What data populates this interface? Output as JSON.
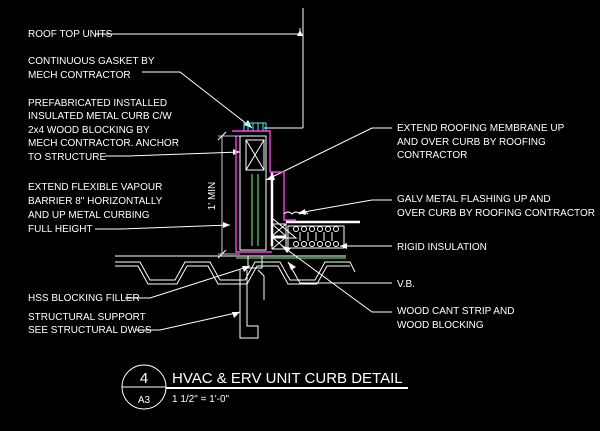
{
  "labels_left": [
    {
      "id": "roof-top-units",
      "lines": [
        "ROOF TOP UNITS"
      ]
    },
    {
      "id": "continuous-gasket",
      "lines": [
        "CONTINUOUS GASKET BY",
        "MECH CONTRACTOR"
      ]
    },
    {
      "id": "prefab-curb",
      "lines": [
        "PREFABRICATED INSTALLED",
        "INSULATED METAL CURB C/W",
        "2x4 WOOD BLOCKING BY",
        "MECH CONTRACTOR. ANCHOR",
        "TO STRUCTURE"
      ]
    },
    {
      "id": "vapour-barrier",
      "lines": [
        "EXTEND FLEXIBLE VAPOUR",
        "BARRIER 8\" HORIZONTALLY",
        "AND UP METAL CURBING",
        "FULL HEIGHT"
      ]
    },
    {
      "id": "hss-blocking",
      "lines": [
        "HSS BLOCKING FILLER"
      ]
    },
    {
      "id": "structural-support",
      "lines": [
        "STRUCTURAL SUPPORT",
        "SEE STRUCTURAL DWGS"
      ]
    }
  ],
  "labels_right": [
    {
      "id": "roofing-membrane",
      "lines": [
        "EXTEND ROOFING MEMBRANE UP",
        "AND OVER CURB BY ROOFING",
        "CONTRACTOR"
      ]
    },
    {
      "id": "galv-flashing",
      "lines": [
        "GALV METAL FLASHING UP AND",
        "OVER CURB BY ROOFING CONTRACTOR"
      ]
    },
    {
      "id": "rigid-insulation",
      "lines": [
        "RIGID INSULATION"
      ]
    },
    {
      "id": "vb",
      "lines": [
        "V.B."
      ]
    },
    {
      "id": "wood-cant",
      "lines": [
        "WOOD CANT STRIP AND",
        "WOOD BLOCKING"
      ]
    }
  ],
  "dimension": "1' MIN",
  "title_block": {
    "number": "4",
    "sheet": "A3",
    "title": "HVAC & ERV UNIT CURB DETAIL",
    "scale": "1 1/2\" = 1'-0\""
  }
}
